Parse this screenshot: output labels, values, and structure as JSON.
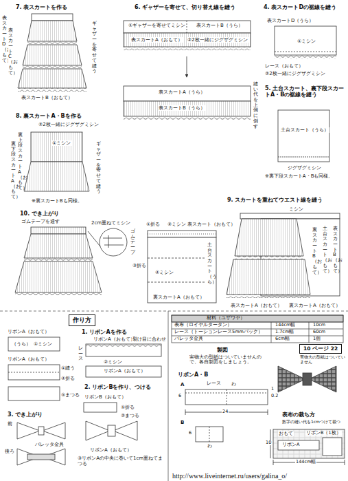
{
  "diagram": {
    "nodes": [
      {
        "text": [
          "作り方"
        ]
      },
      {
        "text": [
          "10 ページ 22"
        ]
      }
    ],
    "labels": [
      "7. 表スカートを作る",
      "表スカートD（おもて）",
      "表スカートC（おもて）",
      "ギャザーを寄せて縫う",
      "表スカートB（おもて）",
      "6. ギャザーを寄せて、切り替え線を縫う",
      "①ギャザーを寄せてミシン",
      "表スカートB（うら）",
      "表スカートA（おもて）",
      "②2枚一緒にジグザグミシン",
      "表スカートA（うら）",
      "表スカートB（うら）",
      "縫い代を上側に倒す",
      "4. 表スカートDの裾線を縫う",
      "表スカートD（うら）",
      "①ミシン",
      "レース（おもて）",
      "②2枚一緒にジグザグミシン",
      "5. 土台スカート、裏下段スカートA・Bの裾線を縫う",
      "土台スカート（うら）",
      "ジグザグミシン",
      "※裏下段スカートA・Bも同様。",
      "8. 裏スカートA・Bを作る",
      "②2枚一緒にジグザグミシン",
      "①ミシン",
      "裏上段スカートA（おもて）",
      "裏下段スカートA（おもて）",
      "ギャザーを寄せて縫う",
      "※裏スカートBも同様。",
      "9. スカートを重ねてウエスト線を縫う",
      "ミシン",
      "表スカートB（おもて）",
      "土台スカート（おもて）",
      "裏スカートB（おもて）",
      "表スカートA（おもて）",
      "裏スカートA（おもて）",
      "10. でき上がり",
      "ゴムテープを通す",
      "2cm重ねてミシン",
      "ゴムテープ",
      "①折る",
      "②ミシン",
      "表スカート（おもて）",
      "③折る",
      "④ミシン",
      "土台スカート（うら）",
      "裏スカートA（おもて）",
      "1. リボンAを作る",
      "リボンA（おもて）",
      "（うら）",
      "①ミシン",
      "リボンA（おもて）",
      "①縫う",
      "④折る",
      "⑤まつる",
      "3. でき上がり",
      "前",
      "バレッタ金具",
      "後ろ",
      "リボンA（おもて）",
      "裂け目に合わせ",
      "レース",
      "②ミシン",
      "リボンA（おもて）",
      "2. リボンBを作り、つける",
      "リボンB（おもて）",
      "①折る",
      "②まつる",
      "リボンA（おもて）",
      "③リボンAの中央に巻いて1cm重ねてまつる",
      "材料（ユザワヤ）",
      "表布（ロイヤルタータン）",
      "144cm幅",
      "10cm",
      "レース（トーションレース5mmパック）",
      "1.7cm幅",
      "60cm",
      "バレッタ金具",
      "6cm幅",
      "1個",
      "実物大の型紙はついていません",
      "製図",
      "実物大の型紙はついていませんので、各自製図をしましょう。",
      "リボンA・B",
      "A",
      "レース",
      "1",
      "0.2",
      "6",
      "わ",
      "24",
      "B",
      "6",
      "わ",
      "表布の裁ち方",
      "数字の縫い代を1cmつけて裁つ",
      "リボンB（1枚）",
      "リボンA",
      "おもて",
      "10",
      "144cm幅",
      "http://www.liveinternet.ru/users/galina_o/"
    ]
  }
}
